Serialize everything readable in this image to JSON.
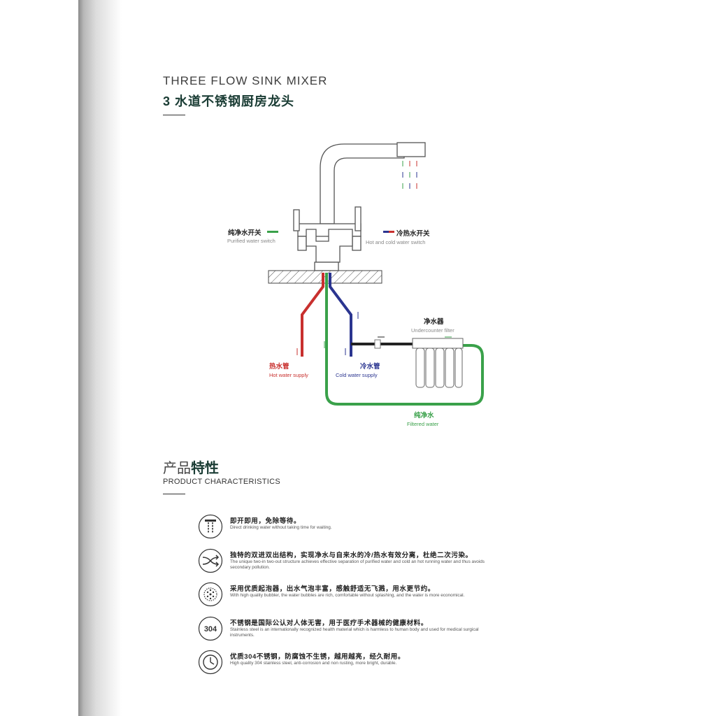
{
  "header": {
    "title_en": "THREE FLOW SINK MIXER",
    "title_cn": "3 水道不锈钢厨房龙头"
  },
  "diagram": {
    "purified_switch_cn": "纯净水开关",
    "purified_switch_en": "Purified water switch",
    "hot_cold_switch_cn": "冷热水开关",
    "hot_cold_switch_en": "Hot and cold water switch",
    "filter_cn": "净水器",
    "filter_en": "Undercounter filter",
    "hot_pipe_cn": "热水管",
    "hot_pipe_en": "Hot water supply",
    "cold_pipe_cn": "冷水管",
    "cold_pipe_en": "Cold water supply",
    "filtered_cn": "纯净水",
    "filtered_en": "Filtered water",
    "colors": {
      "hot": "#c8302e",
      "cold": "#2b3590",
      "purified": "#3aa14a",
      "dark": "#222222"
    }
  },
  "characteristics": {
    "title_cn_light": "产品",
    "title_cn_bold": "特性",
    "title_en": "PRODUCT CHARACTERISTICS",
    "items": [
      {
        "icon": "water-stream-icon",
        "cn": "即开即用，免除等待。",
        "en": "Direct drinking water without taking time for waiting."
      },
      {
        "icon": "two-way-flow-icon",
        "cn": "独特的双进双出结构，实现净水与自来水的冷/热水有效分离，杜绝二次污染。",
        "en": "The unique two-in two-out structure achieves effective separation of purified water and cold an hot running water and thus avoids secondary pollution."
      },
      {
        "icon": "bubbler-icon",
        "cn": "采用优质起泡器，出水气泡丰富，感触舒适无飞溅，用水更节约。",
        "en": "With high quality bubbler, the water bubbles are rich, comfortable without splashing, and the water is more economical."
      },
      {
        "icon": "steel-304-icon",
        "badge": "304",
        "cn": "不锈钢是国际公认对人体无害，用于医疗手术器械的健康材料。",
        "en": "Stainless steel is an internationally recognized health material which is harmless to human body and used for medical surgical instruments."
      },
      {
        "icon": "clock-icon",
        "cn": "优质304不锈钢，防腐蚀不生锈，越用越亮，经久耐用。",
        "en": "High quality 304 stainless steel, anti-corrosion and non rusting, more bright, durable."
      }
    ]
  }
}
